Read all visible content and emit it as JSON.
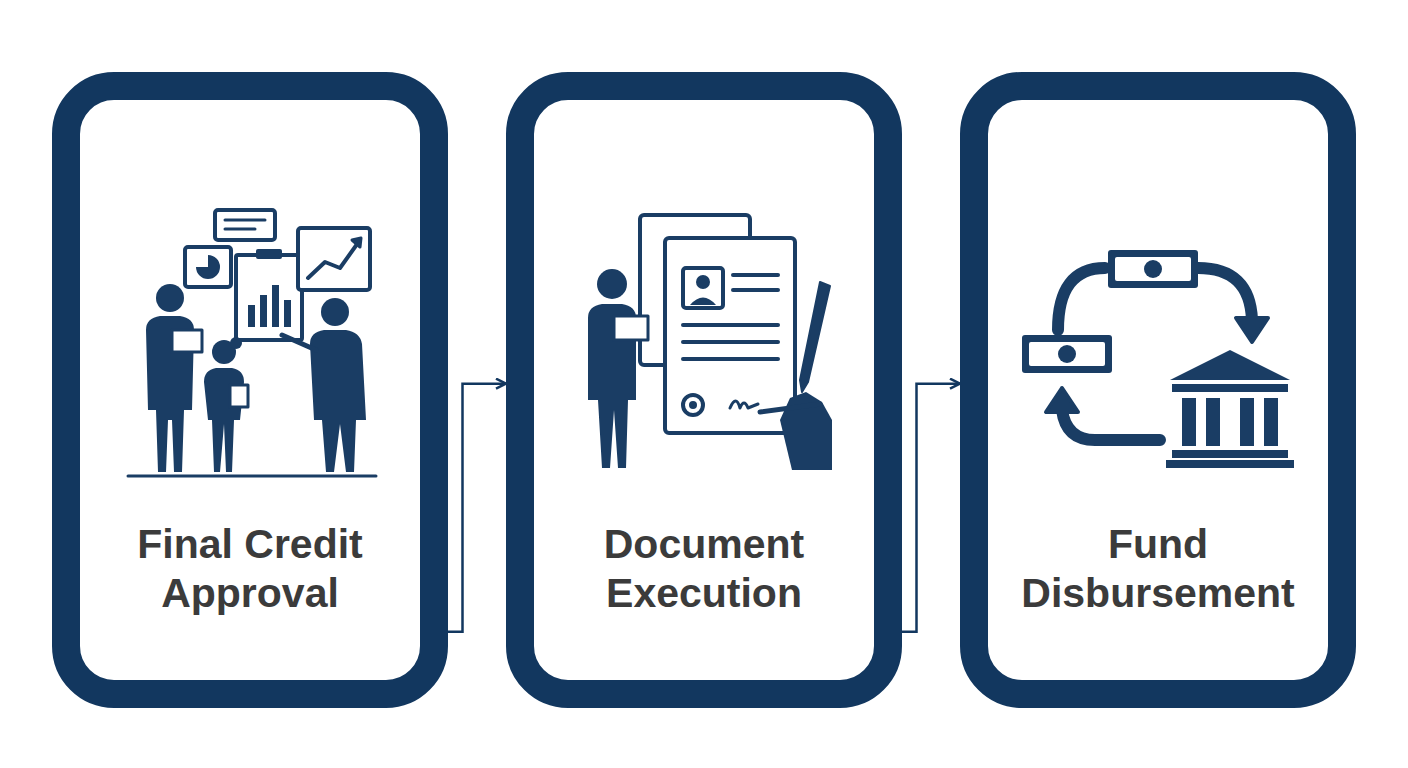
{
  "diagram": {
    "nodes": [
      {
        "text": [
          "Final Credit Approval"
        ]
      },
      {
        "text": [
          "Document Execution"
        ]
      },
      {
        "text": [
          "Fund Disbursement"
        ]
      }
    ],
    "edges": [
      {
        "from": 0,
        "to": 1,
        "arrow": "to"
      },
      {
        "from": 1,
        "to": 2,
        "arrow": "to"
      }
    ]
  }
}
